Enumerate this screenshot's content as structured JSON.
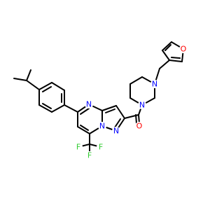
{
  "molecule": {
    "atom_labels": {
      "n_pyrimidine": "N",
      "n_bridge": "N",
      "n_pyrazole": "N",
      "n_piperazine_left": "N",
      "n_piperazine_right": "N",
      "o_carbonyl": "O",
      "o_furan": "O",
      "f_left": "F",
      "f_middle": "F",
      "f_right": "F"
    },
    "colors": {
      "bond": "#000000",
      "nitrogen": "#0000FF",
      "oxygen": "#FF0000",
      "fluorine": "#33CC33"
    }
  }
}
